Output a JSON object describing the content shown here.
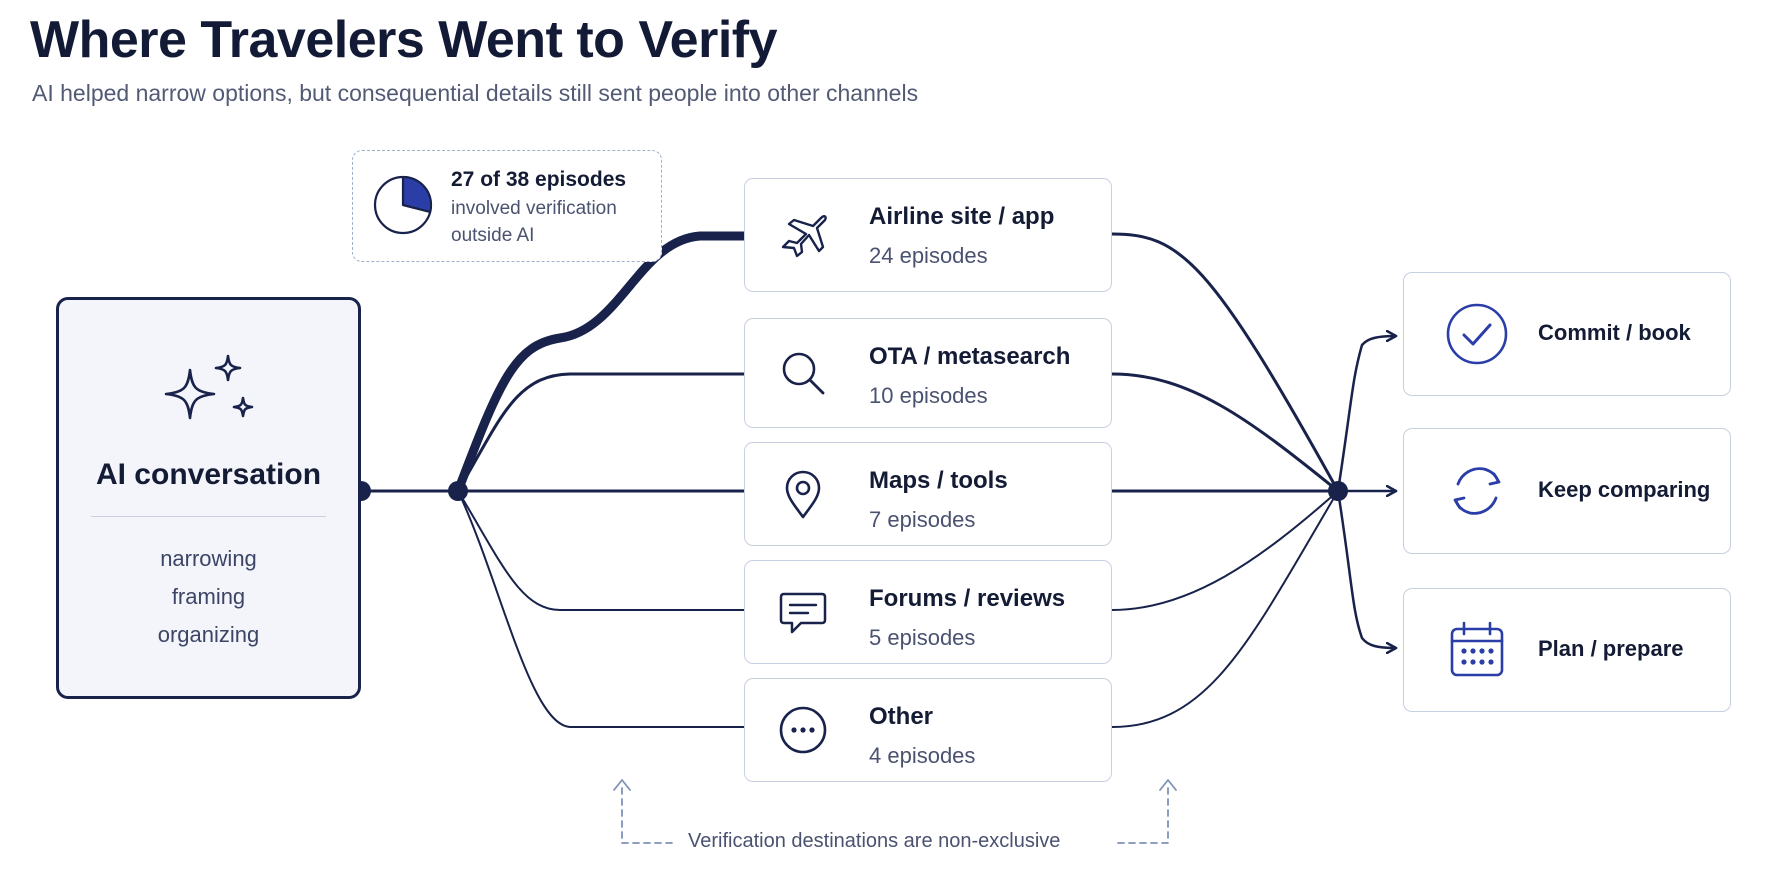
{
  "title": "Where Travelers Went to Verify",
  "subtitle": "AI helped narrow options, but consequential details still sent people into other channels",
  "source": {
    "label": "AI conversation",
    "icon": "sparkles-icon",
    "roles": [
      "narrowing",
      "framing",
      "organizing"
    ]
  },
  "callout": {
    "headline": "27 of 38 episodes",
    "line1": "involved verification",
    "line2": "outside AI",
    "icon": "pie-chart-icon",
    "share": 0.71
  },
  "destinations": [
    {
      "name": "Airline site / app",
      "count": "24 episodes",
      "icon": "airplane-icon"
    },
    {
      "name": "OTA / metasearch",
      "count": "10 episodes",
      "icon": "search-icon"
    },
    {
      "name": "Maps / tools",
      "count": "7 episodes",
      "icon": "map-pin-icon"
    },
    {
      "name": "Forums / reviews",
      "count": "5 episodes",
      "icon": "chat-icon"
    },
    {
      "name": "Other",
      "count": "4 episodes",
      "icon": "more-icon"
    }
  ],
  "outcomes": [
    {
      "label": "Commit / book",
      "icon": "check-circle-icon"
    },
    {
      "label": "Keep comparing",
      "icon": "refresh-icon"
    },
    {
      "label": "Plan / prepare",
      "icon": "calendar-icon"
    }
  ],
  "note": "Verification destinations are non-exclusive",
  "colors": {
    "ink": "#18224a",
    "accent": "#2b3ea8",
    "border": "#c8cfe0",
    "source_fill": "#f3f5fb"
  }
}
